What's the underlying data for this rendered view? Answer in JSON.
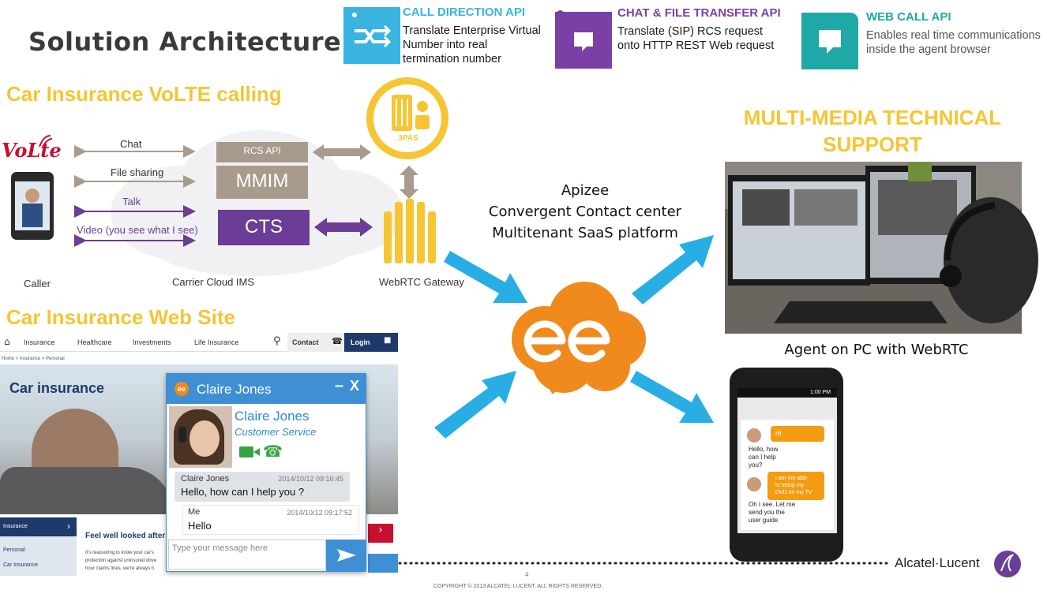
{
  "title": "Solution Architecture",
  "apis": [
    {
      "heading": "CALL DIRECTION API",
      "desc1": "Translate Enterprise Virtual",
      "desc2": "Number into real",
      "desc3": "termination number",
      "color": "#3ab4e0"
    },
    {
      "heading": "CHAT & FILE TRANSFER API",
      "desc1": "Translate (SIP) RCS  request",
      "desc2": "onto HTTP REST Web request",
      "color": "#7b3fa6"
    },
    {
      "heading": "WEB CALL API",
      "desc1": "Enables real time communications",
      "desc2": "inside the agent browser",
      "color": "#1fa8a8"
    }
  ],
  "volte": {
    "section_title": "Car Insurance VoLTE calling",
    "logo": "VoLte",
    "links": {
      "chat": "Chat",
      "file": "File sharing",
      "talk": "Talk",
      "video": "Video (you see what I see)"
    },
    "rcs_api": "RCS API",
    "mmim": "MMIM",
    "cts": "CTS",
    "pas": "3PAS",
    "caller": "Caller",
    "carrier": "Carrier Cloud IMS",
    "gateway": "WebRTC Gateway"
  },
  "center": {
    "line1": "Apizee",
    "line2": "Convergent Contact center",
    "line3": "Multitenant SaaS platform"
  },
  "multimedia": {
    "line1": "MULTI-MEDIA TECHNICAL",
    "line2": "SUPPORT",
    "agent_caption": "Agent on PC with WebRTC"
  },
  "website": {
    "section_title": "Car Insurance Web Site",
    "nav": [
      "Insurance",
      "Healthcare",
      "Investments",
      "Life Insurance"
    ],
    "contact": "Contact",
    "login": "Login",
    "breadcrumb": "Home > Insurance > Personal",
    "hero_title": "Car insurance",
    "side_menu": [
      "Insurance",
      "Personal",
      "Car Insurance"
    ],
    "feel_well": "Feel well looked after o",
    "body1": "It's reassuring to know your car's",
    "body2": "protection against uninsured drive",
    "body3": "hour claims lines, we're always h"
  },
  "chat": {
    "header_name": "Claire Jones",
    "agent_name": "Claire Jones",
    "agent_role": "Customer Service",
    "msg1_sender": "Claire Jones",
    "msg1_time": "2014/10/12 09:16:45",
    "msg1_text": "Hello, how can I help you ?",
    "msg2_sender": "Me",
    "msg2_time": "2014/10/12 09:17:52",
    "msg2_text": "Hello",
    "input_placeholder": "Type your message here"
  },
  "phone_chat": {
    "status_time": "1:00 PM",
    "b1": "Hi",
    "r1a": "Hello, how",
    "r1b": "can I help",
    "r1c": "you?",
    "b2a": "I am not able",
    "b2b": "to setup my",
    "b2c": "DVD on my TV",
    "r2a": "Oh I see. Let me",
    "r2b": "send you the",
    "r2c": "user guide"
  },
  "footer": {
    "page_number": "4",
    "copyright": "COPYRIGHT © 2013 ALCATEL-LUCENT. ALL RIGHTS RESERVED.",
    "brand": "Alcatel·Lucent"
  },
  "colors": {
    "yellow": "#f6c534",
    "orange": "#f08a1c",
    "blue_arrow": "#28aee4",
    "purple": "#6b3d96",
    "gray_box": "#a89a8c"
  }
}
